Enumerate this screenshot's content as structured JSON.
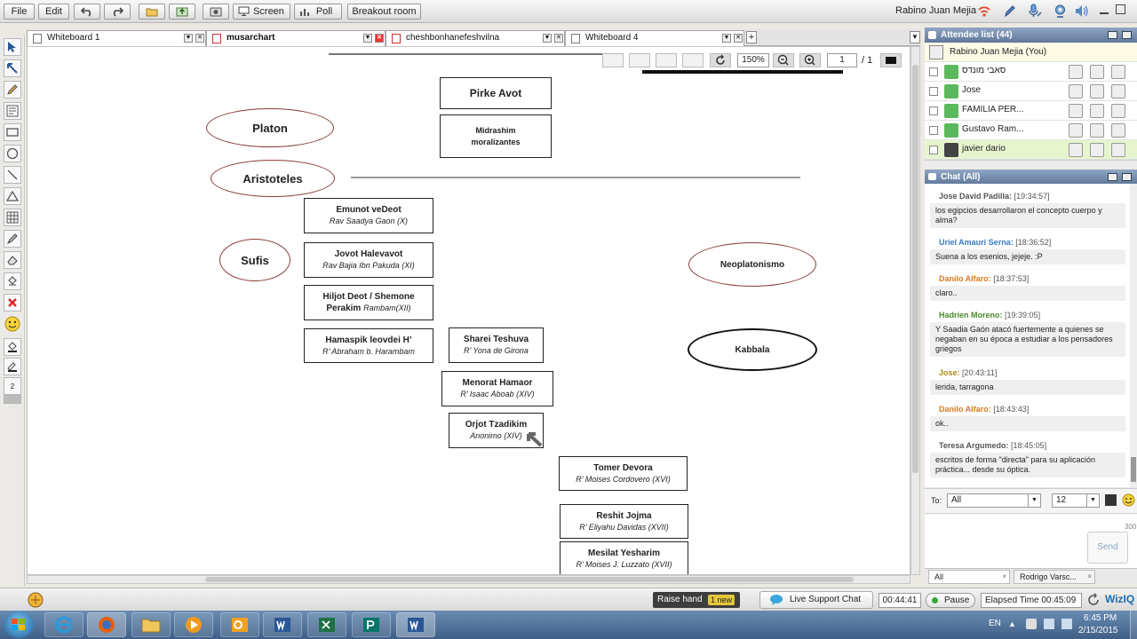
{
  "toolbar": {
    "file": "File",
    "edit": "Edit",
    "screen": "Screen",
    "poll": "Poll",
    "breakout": "Breakout room",
    "user_name": "Rabino Juan Mejia"
  },
  "tabs": [
    {
      "label": "Whiteboard 1"
    },
    {
      "label": "musarchart"
    },
    {
      "label": "cheshbonhanefeshvilna"
    },
    {
      "label": "Whiteboard 4"
    }
  ],
  "board_toolbar": {
    "zoom": "150%",
    "page": "1",
    "total": "/ 1"
  },
  "board": {
    "ovals": {
      "platon": "Platon",
      "aristoteles": "Aristoteles",
      "sufis": "Sufis",
      "neoplatonismo": "Neoplatonismo",
      "kabbala": "Kabbala"
    },
    "boxes": {
      "pirke": {
        "title": "Pirke Avot"
      },
      "midrashim": {
        "title": "Midrashim moralizantes"
      },
      "emunot": {
        "title": "Emunot veDeot",
        "sub": "Rav Saadya Gaon (X)"
      },
      "jovot": {
        "title": "Jovot Halevavot",
        "sub": "Rav Bajia Ibn Pakuda (XI)"
      },
      "hiljot": {
        "title": "Hiljot Deot / Shemone",
        "title2": "Perakim",
        "sub": "Rambam(XII)"
      },
      "hamaspik": {
        "title": "Hamaspik leovdei H’",
        "sub": "R’ Abraham b. Harambam"
      },
      "sharei": {
        "title": "Sharei Teshuva",
        "sub": "R’ Yona de Girona"
      },
      "menorat": {
        "title": "Menorat Hamaor",
        "sub": "R’ Isaac Aboab (XIV)"
      },
      "orjot": {
        "title": "Orjot Tzadikim",
        "sub": "Anonimo (XIV)"
      },
      "tomer": {
        "title": "Tomer Devora",
        "sub": "R’ Moises Cordovero (XVI)"
      },
      "reshit": {
        "title": "Reshit Jojma",
        "sub": "R’ Eliyahu Davidas (XVII)"
      },
      "mesilat": {
        "title": "Mesilat Yesharim",
        "sub": "R’ Moises J. Luzzato (XVII)"
      }
    }
  },
  "attendees": {
    "title": "Attendee list (44)",
    "host": "Rabino Juan Mejia (You)",
    "list": [
      {
        "name": "סאבי מונדס"
      },
      {
        "name": "Jose"
      },
      {
        "name": "FAMILIA PER..."
      },
      {
        "name": "Gustavo Ram..."
      },
      {
        "name": "javier dario"
      }
    ]
  },
  "chat": {
    "title": "Chat (All)",
    "messages": [
      {
        "name": "Jose David Padilla:",
        "time": "[19:34:57]",
        "text": "los egipcios desarrollaron el concepto cuerpo y alma?",
        "color": "#555555"
      },
      {
        "name": "Uriel Amauri Serna:",
        "time": "[18:36:52]",
        "text": "Suena a los esenios, jejeje. :P",
        "color": "#3a7bbf"
      },
      {
        "name": "Danilo Alfaro:",
        "time": "[18:37:53]",
        "text": "claro..",
        "color": "#d67b1f"
      },
      {
        "name": "Hadrien Moreno:",
        "time": "[19:39:05]",
        "text": "Y Saadia Gaón atacó fuertemente a quienes se negaban en su época a estudiar a los pensadores griegos",
        "color": "#4a8a2a"
      },
      {
        "name": "Jose:",
        "time": "[20:43:11]",
        "text": "lerida, tarragona",
        "color": "#b08a1a"
      },
      {
        "name": "Danilo Alfaro:",
        "time": "[18:43:43]",
        "text": "ok..",
        "color": "#d67b1f"
      },
      {
        "name": "Teresa Argumedo:",
        "time": "[18:45:05]",
        "text": "escritos de forma \"directa\" para su aplicación práctica... desde su óptica.",
        "color": "#555555"
      }
    ],
    "to_label": "To:",
    "to_value": "All",
    "font_size": "12",
    "char_count": "300",
    "send": "Send",
    "footer_tab1": "All",
    "footer_tab2": "Rodrigo Varsc..."
  },
  "status": {
    "raise_hand": "Raise hand",
    "new_badge": "1 new",
    "live_support": "Live Support Chat",
    "timer": "00:44:41",
    "pause": "Pause",
    "elapsed_label": "Elapsed Time",
    "elapsed_value": "00:45:09",
    "brand": "WizIQ"
  },
  "taskbar": {
    "lang": "EN",
    "time": "6:45 PM",
    "date": "2/15/2015"
  }
}
